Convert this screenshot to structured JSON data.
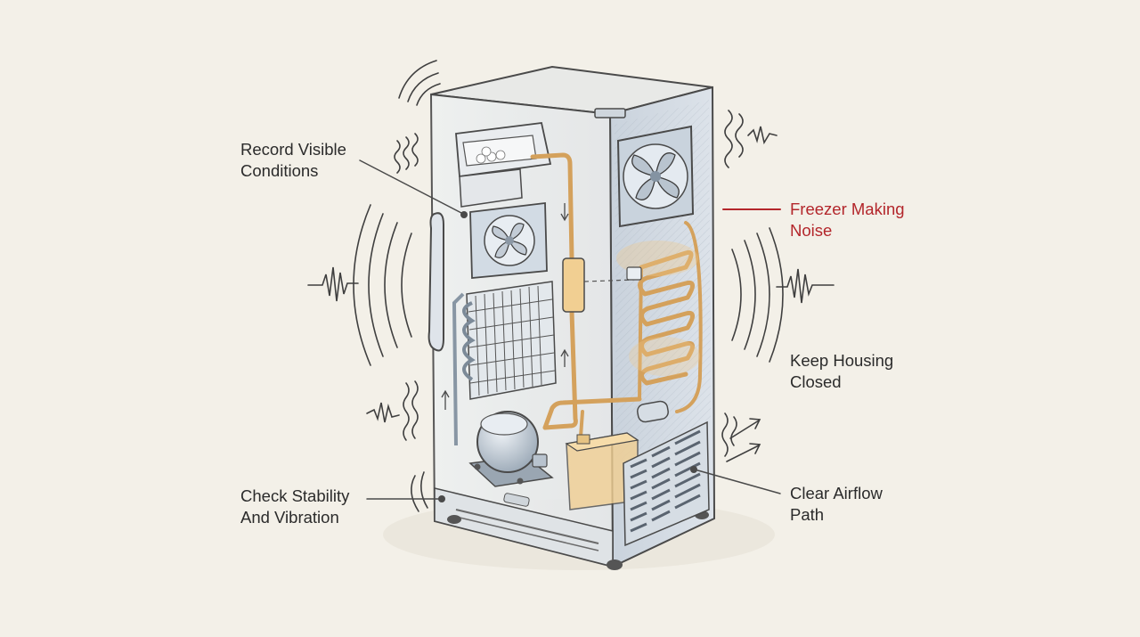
{
  "labels": {
    "record_visible_conditions": "Record Visible\nConditions",
    "freezer_making_noise": "Freezer Making\nNoise",
    "keep_housing_closed": "Keep Housing\nClosed",
    "check_stability_and_vibration": "Check Stability\nAnd Vibration",
    "clear_airflow_path": "Clear Airflow\nPath"
  },
  "colors": {
    "background": "#f3f0e8",
    "outline": "#4a4a4a",
    "copper_tube": "#d4a15c",
    "highlight_red": "#b3262b",
    "metal_blue": "#c6d2de",
    "side_panel": "#d3dae3"
  },
  "icons": [
    "ice-maker-icon",
    "evaporator-fan-icon",
    "condenser-fan-icon",
    "compressor-icon",
    "condenser-coil-icon",
    "sound-wave-icon",
    "airflow-arrow-icon"
  ]
}
